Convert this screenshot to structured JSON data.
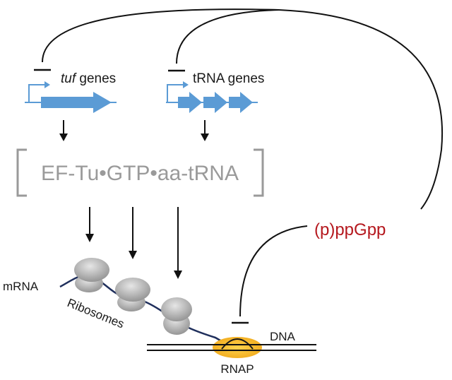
{
  "genes": {
    "tuf_italic": "tuf",
    "tuf_rest": " genes",
    "trna": "tRNA genes"
  },
  "complex": "EF-Tu•GTP•aa-tRNA",
  "alarmone": "(p)ppGpp",
  "labels": {
    "mrna": "mRNA",
    "ribosomes": "Ribosomes",
    "dna": "DNA",
    "rnap": "RNAP"
  },
  "colors": {
    "gene_blue": "#5b9bd5",
    "alarmone_red": "#b5181e",
    "complex_gray": "#9a9a9a",
    "mrna_navy": "#1f2f5c",
    "rnap_yellow": "#f5b21b"
  }
}
